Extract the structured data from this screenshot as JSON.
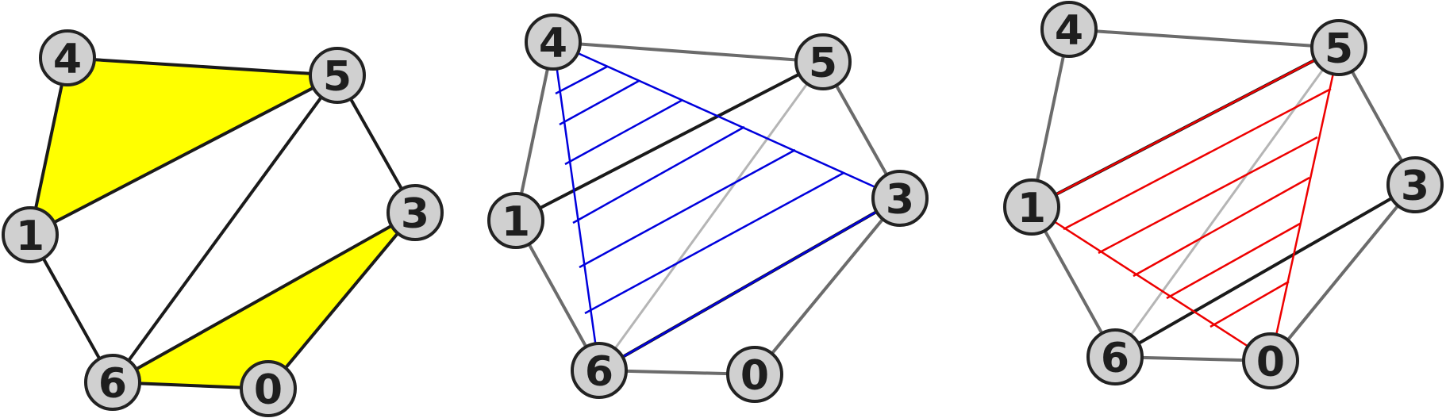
{
  "colors": {
    "fill_yellow": "#ffff00",
    "blue": "#0000dd",
    "red": "#ee0000",
    "edge_black": "#1a1a1a",
    "edge_gray": "#6b6b6b",
    "edge_light": "#b5b5b5",
    "node_fill": "#d0d0d0",
    "node_stroke": "#222222"
  },
  "panels": [
    {
      "id": "left",
      "nodes": [
        {
          "label": "4"
        },
        {
          "label": "5"
        },
        {
          "label": "1"
        },
        {
          "label": "3"
        },
        {
          "label": "6"
        },
        {
          "label": "0"
        }
      ]
    },
    {
      "id": "middle",
      "nodes": [
        {
          "label": "4"
        },
        {
          "label": "5"
        },
        {
          "label": "1"
        },
        {
          "label": "3"
        },
        {
          "label": "6"
        },
        {
          "label": "0"
        }
      ]
    },
    {
      "id": "right",
      "nodes": [
        {
          "label": "4"
        },
        {
          "label": "5"
        },
        {
          "label": "1"
        },
        {
          "label": "3"
        },
        {
          "label": "6"
        },
        {
          "label": "0"
        }
      ]
    }
  ]
}
